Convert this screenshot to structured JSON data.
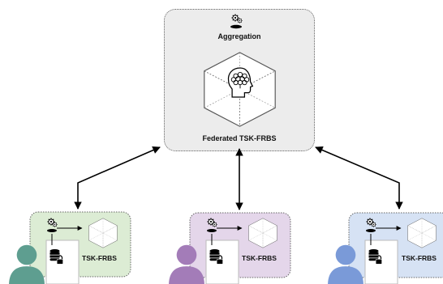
{
  "server": {
    "title": "Aggregation",
    "model_label": "Federated TSK-FRBS",
    "icons": [
      "gears-icon",
      "cube-icon",
      "brain-head-icon"
    ]
  },
  "clients": [
    {
      "label": "TSK-FRBS",
      "box_color": "#dcecd4",
      "person_color": "#5e9e90"
    },
    {
      "label": "TSK-FRBS",
      "box_color": "#e4d6ea",
      "person_color": "#a37cb8"
    },
    {
      "label": "TSK-FRBS",
      "box_color": "#d6e2f4",
      "person_color": "#7a9ad8"
    }
  ],
  "client_icons": [
    "gears-icon",
    "database-lock-icon",
    "cube-icon",
    "person-icon"
  ],
  "connections": "bidirectional-arrows"
}
